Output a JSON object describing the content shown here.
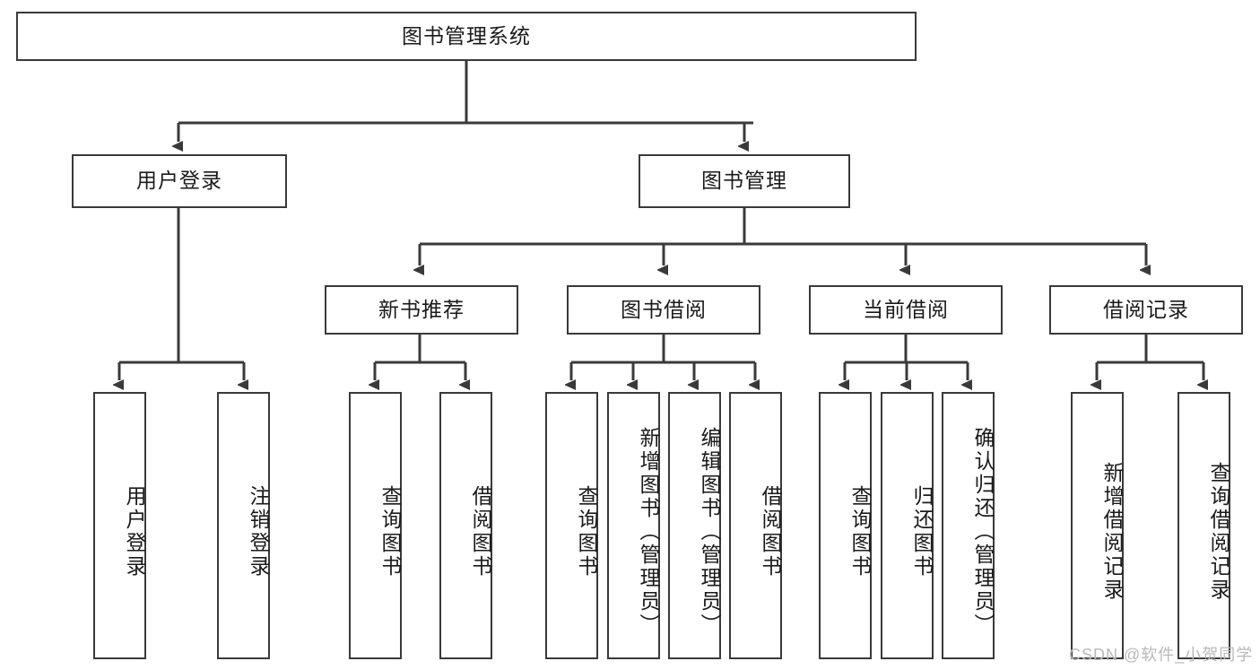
{
  "diagram": {
    "title": "图书管理系统",
    "type": "hierarchy-tree",
    "watermark": "CSDN @软件_小贺同学",
    "colors": {
      "border": "#3a3a3a",
      "background": "#ffffff",
      "text": "#1a1a1a",
      "watermark": "#b9b9b9"
    },
    "levels": {
      "root": {
        "label": "图书管理系统"
      },
      "level2": [
        {
          "label": "用户登录"
        },
        {
          "label": "图书管理"
        }
      ],
      "level3": [
        {
          "label": "新书推荐"
        },
        {
          "label": "图书借阅"
        },
        {
          "label": "当前借阅"
        },
        {
          "label": "借阅记录"
        }
      ],
      "leaves": [
        {
          "label": "用户登录",
          "parent": "用户登录"
        },
        {
          "label": "注销登录",
          "parent": "用户登录"
        },
        {
          "label": "查询图书",
          "parent": "新书推荐"
        },
        {
          "label": "借阅图书",
          "parent": "新书推荐"
        },
        {
          "label": "查询图书",
          "parent": "图书借阅"
        },
        {
          "label": "新增图书（管理员）",
          "parent": "图书借阅"
        },
        {
          "label": "编辑图书（管理员）",
          "parent": "图书借阅"
        },
        {
          "label": "借阅图书",
          "parent": "图书借阅"
        },
        {
          "label": "查询图书",
          "parent": "当前借阅"
        },
        {
          "label": "归还图书",
          "parent": "当前借阅"
        },
        {
          "label": "确认归还（管理员）",
          "parent": "当前借阅"
        },
        {
          "label": "新增借阅记录",
          "parent": "借阅记录"
        },
        {
          "label": "查询借阅记录",
          "parent": "借阅记录"
        }
      ]
    }
  }
}
